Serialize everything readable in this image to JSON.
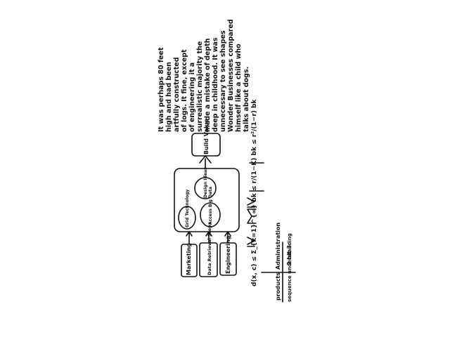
{
  "inputs": [
    "Marketing",
    "Data Retrieval Steps",
    "Engineering"
  ],
  "inner_nodes": [
    "Grid Technology",
    "Access Big Data",
    "Design Ideas"
  ],
  "output": "Build Value",
  "note_lines": [
    "It was perhaps 80 feet",
    "high and had been",
    "artfully constructed",
    "of logs. It fine, except",
    "of engineering it a",
    "surrealistic majority the",
    "made a mistake of depth",
    "deep in childhood. It was",
    "unnecessary to see shapes",
    "Wonder Businesses compared",
    "himself like a child who",
    "talks about dogs."
  ],
  "formula_text": "d(x, c) ≤ Σ_{k=1}^{∞} bk ≤ r/(1−K) bk ≤ r²/(1−r) bk",
  "table": {
    "col1_header": "products",
    "col2_header": "Administration",
    "row1_col1": "sequence understanding",
    "row1_col2": "2 bit 3"
  }
}
